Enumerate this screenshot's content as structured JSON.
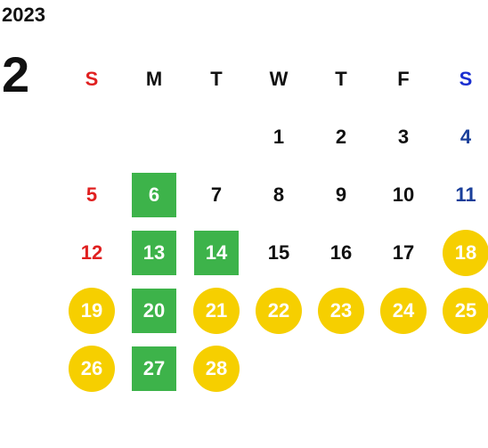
{
  "calendar": {
    "year": "2023",
    "month": "2",
    "weekdays": [
      "S",
      "M",
      "T",
      "W",
      "T",
      "F",
      "S"
    ],
    "first_weekday_index": 3,
    "days": [
      "1",
      "2",
      "3",
      "4",
      "5",
      "6",
      "7",
      "8",
      "9",
      "10",
      "11",
      "12",
      "13",
      "14",
      "15",
      "16",
      "17",
      "18",
      "19",
      "20",
      "21",
      "22",
      "23",
      "24",
      "25",
      "26",
      "27",
      "28"
    ],
    "green_days": [
      6,
      13,
      14,
      20,
      27
    ],
    "yellow_days": [
      18,
      19,
      21,
      22,
      23,
      24,
      25,
      26,
      28
    ],
    "colors": {
      "sunday": "#e02020",
      "saturday_header": "#1a2fd0",
      "saturday": "#1a3f9a",
      "green_mark": "#3db34a",
      "yellow_mark": "#f6cf00"
    }
  }
}
